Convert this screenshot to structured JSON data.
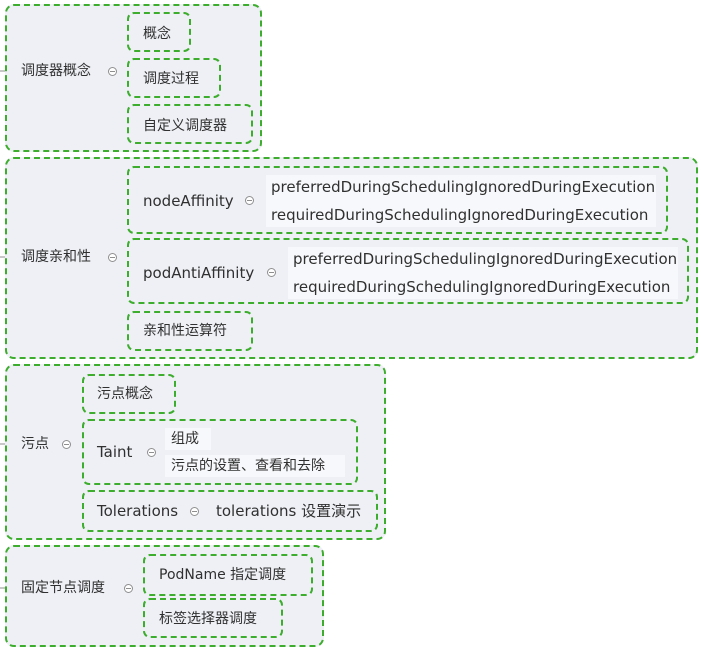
{
  "g1": {
    "label": "调度器概念",
    "children": [
      "概念",
      "调度过程",
      "自定义调度器"
    ]
  },
  "g2": {
    "label": "调度亲和性",
    "node_affinity": {
      "label": "nodeAffinity",
      "children": [
        "preferredDuringSchedulingIgnoredDuringExecution",
        "requiredDuringSchedulingIgnoredDuringExecution"
      ]
    },
    "pod_anti_affinity": {
      "label": "podAntiAffinity",
      "children": [
        "preferredDuringSchedulingIgnoredDuringExecution",
        "requiredDuringSchedulingIgnoredDuringExecution"
      ]
    },
    "operator": "亲和性运算符"
  },
  "g3": {
    "label": "污点",
    "concept": "污点概念",
    "taint": {
      "label": "Taint",
      "children": [
        "组成",
        "污点的设置、查看和去除"
      ]
    },
    "tolerations": {
      "label": "Tolerations",
      "child": "tolerations 设置演示"
    }
  },
  "g4": {
    "label": "固定节点调度",
    "children": [
      "PodName 指定调度",
      "标签选择器调度"
    ]
  },
  "colors": {
    "dashed_border": "#3cad2c",
    "panel_bg": "#eef0f5",
    "connector": "#8f8f8f"
  }
}
